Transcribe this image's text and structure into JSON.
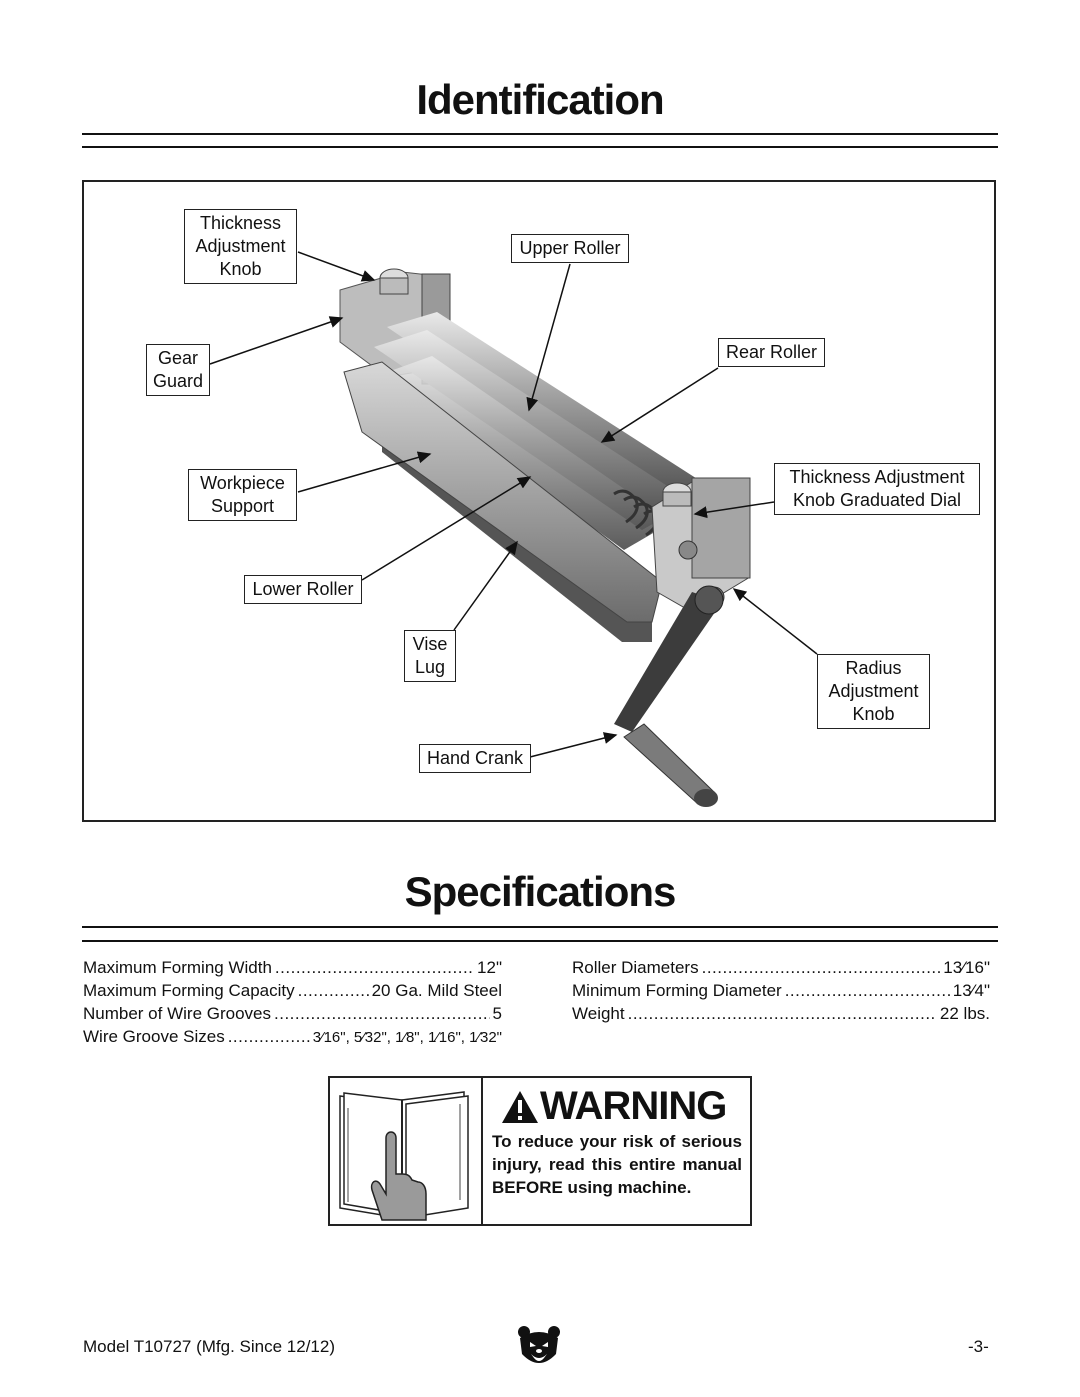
{
  "page": {
    "identification_title": "Identification",
    "specifications_title": "Specifications"
  },
  "figure": {
    "labels": {
      "thickness_knob": "Thickness\nAdjustment\nKnob",
      "upper_roller": "Upper Roller",
      "gear_guard": "Gear\nGuard",
      "rear_roller": "Rear Roller",
      "workpiece_support": "Workpiece\nSupport",
      "dial": "Thickness Adjustment\nKnob Graduated Dial",
      "lower_roller": "Lower Roller",
      "vise_lug": "Vise\nLug",
      "radius_knob": "Radius\nAdjustment\nKnob",
      "hand_crank": "Hand Crank"
    }
  },
  "specs": {
    "left": [
      {
        "name": "Maximum Forming Width",
        "value": "12\""
      },
      {
        "name": "Maximum Forming Capacity",
        "value": "20 Ga. Mild Steel"
      },
      {
        "name": "Number of Wire Grooves",
        "value": "5"
      },
      {
        "name": "Wire Groove Sizes",
        "value": "3⁄16\", 5⁄32\", 1⁄8\", 1⁄16\", 1⁄32\""
      }
    ],
    "right": [
      {
        "name": "Roller Diameters",
        "value": "13⁄16\""
      },
      {
        "name": "Minimum Forming Diameter",
        "value": "13⁄4\""
      },
      {
        "name": "Weight",
        "value": "22 lbs."
      }
    ]
  },
  "warning": {
    "heading": "WARNING",
    "text": "To reduce your risk of serious injury, read this entire manual BEFORE using machine."
  },
  "footer": {
    "model": "Model T10727 (Mfg. Since 12/12)",
    "page_number": "-3-"
  },
  "colors": {
    "ink": "#111111",
    "metal": "#8a8a8a",
    "background": "#ffffff"
  },
  "icons": [
    "warning-triangle-icon",
    "manual-book-icon",
    "bear-logo-icon"
  ]
}
